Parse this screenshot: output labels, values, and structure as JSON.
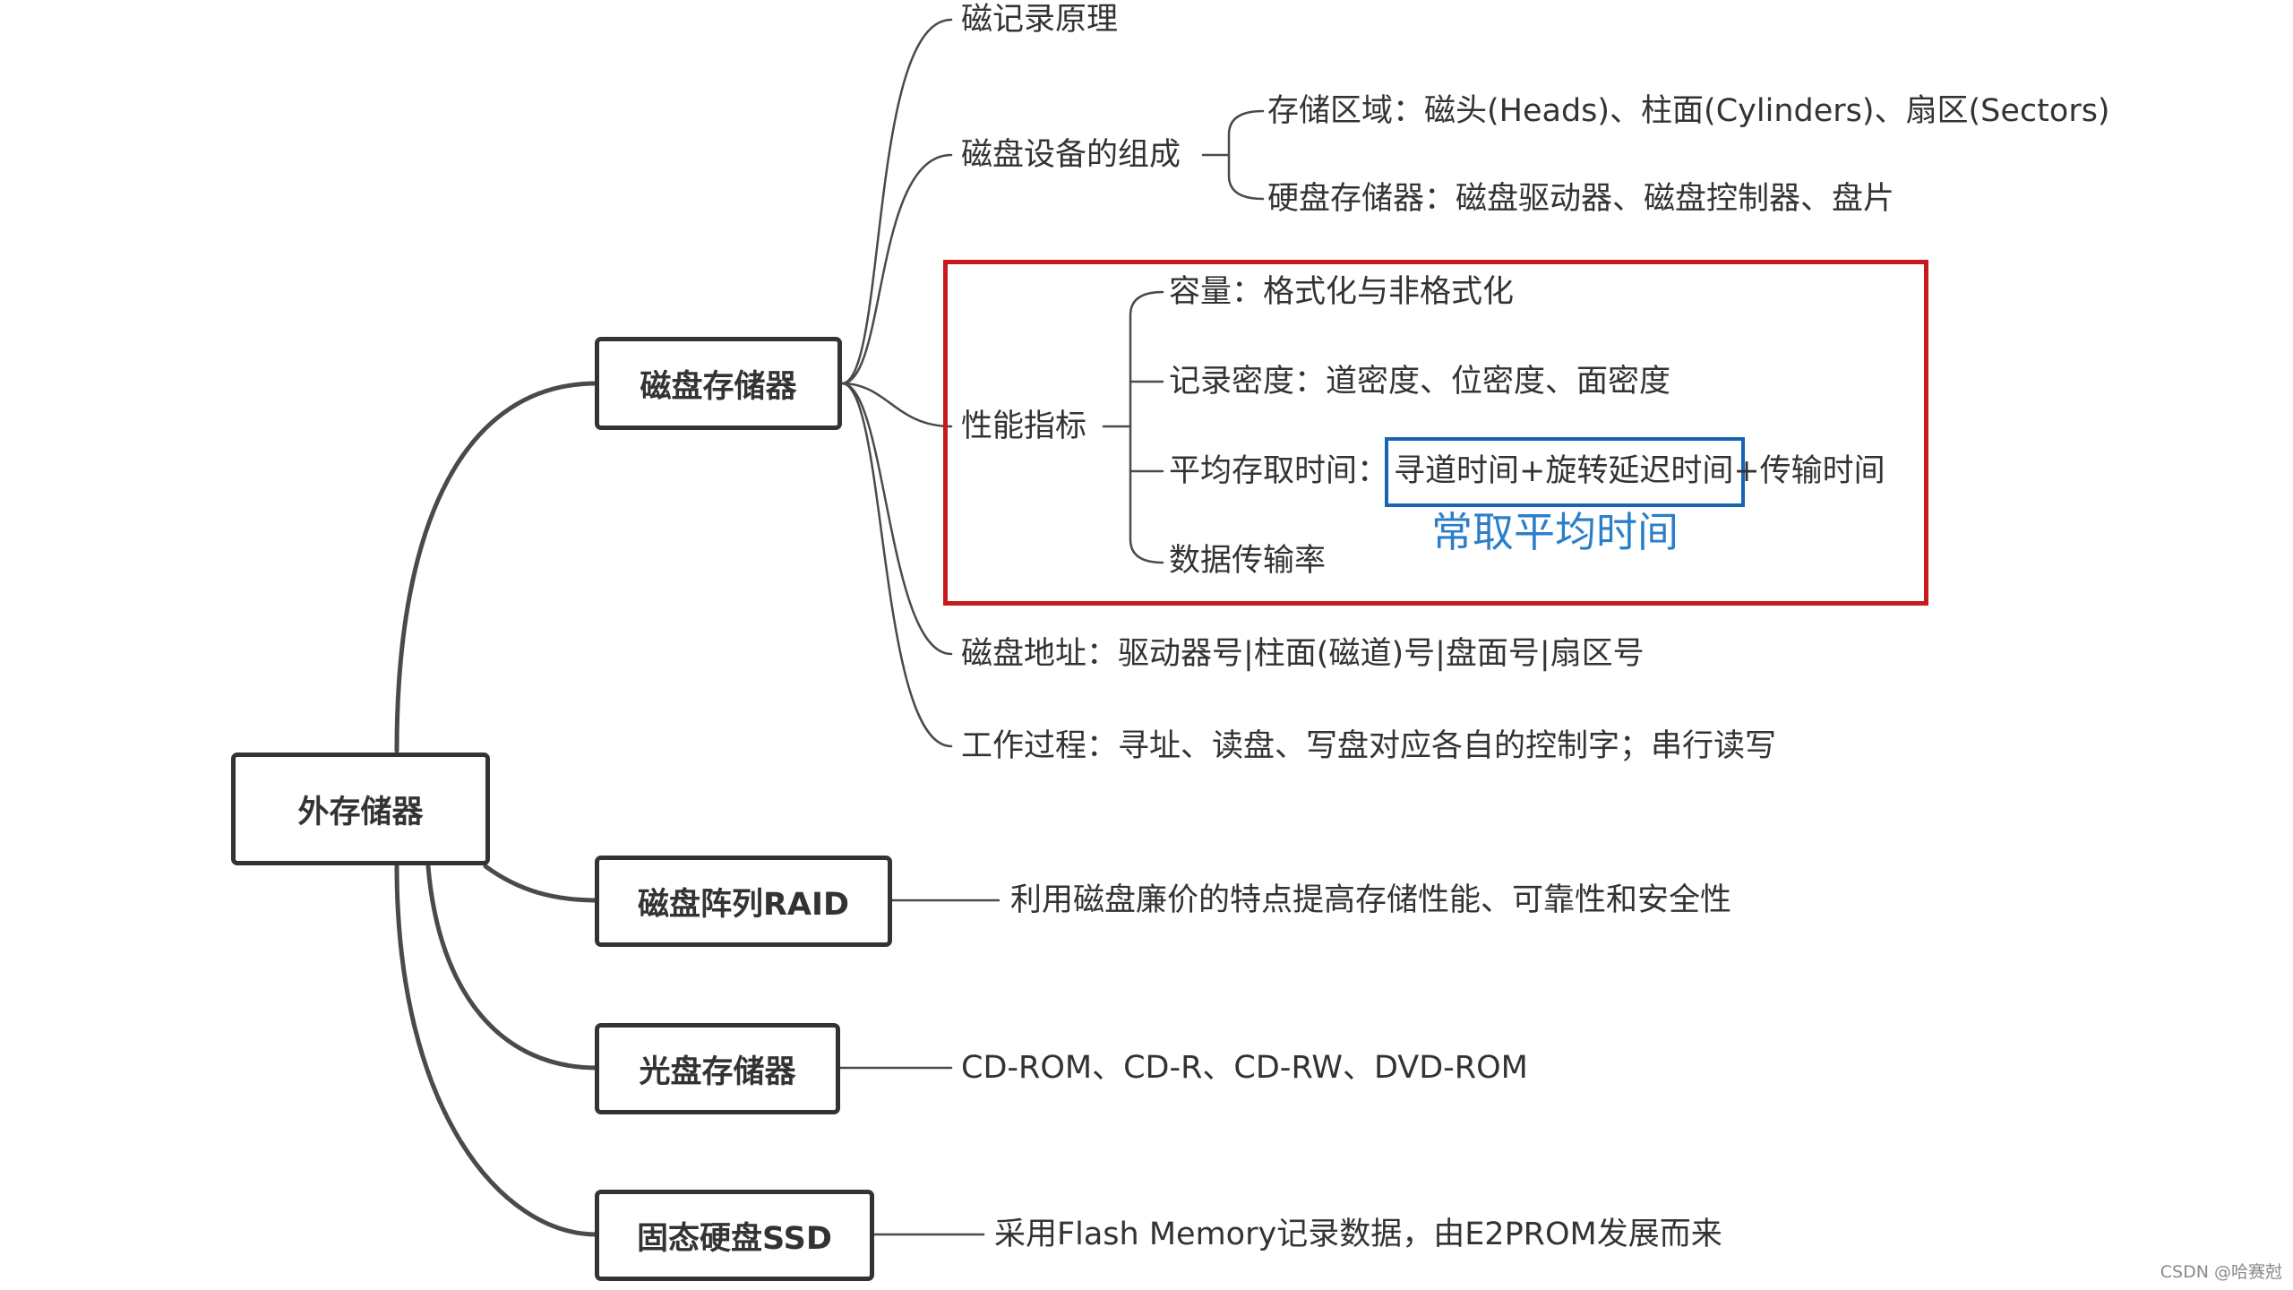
{
  "root": {
    "label": "外存储器"
  },
  "branches": {
    "disk": {
      "label": "磁盘存储器"
    },
    "raid": {
      "label": "磁盘阵列RAID",
      "detail": "利用磁盘廉价的特点提高存储性能、可靠性和安全性"
    },
    "optical": {
      "label": "光盘存储器",
      "detail": "CD-ROM、CD-R、CD-RW、DVD-ROM"
    },
    "ssd": {
      "label": "固态硬盘SSD",
      "detail": "采用Flash Memory记录数据，由E2PROM发展而来"
    }
  },
  "disk_children": {
    "principle": "磁记录原理",
    "composition": {
      "label": "磁盘设备的组成",
      "storage_area": "存储区域：磁头(Heads)、柱面(Cylinders)、扇区(Sectors)",
      "hdd": "硬盘存储器：磁盘驱动器、磁盘控制器、盘片"
    },
    "performance": {
      "label": "性能指标",
      "capacity": "容量：格式化与非格式化",
      "density": "记录密度：道密度、位密度、面密度",
      "access_prefix": "平均存取时间：",
      "access_highlight": "寻道时间+旋转延迟时间",
      "access_suffix": "+传输时间",
      "rate": "数据传输率"
    },
    "address": "磁盘地址：驱动器号|柱面(磁道)号|盘面号|扇区号",
    "process": "工作过程：寻址、读盘、写盘对应各自的控制字；串行读写"
  },
  "annotation": {
    "note": "常取平均时间"
  },
  "watermark": "CSDN @哈赛尅",
  "colors": {
    "line": "#333333",
    "red_frame": "#c8191e",
    "blue_frame": "#1764b5",
    "note": "#2b7fc9"
  }
}
